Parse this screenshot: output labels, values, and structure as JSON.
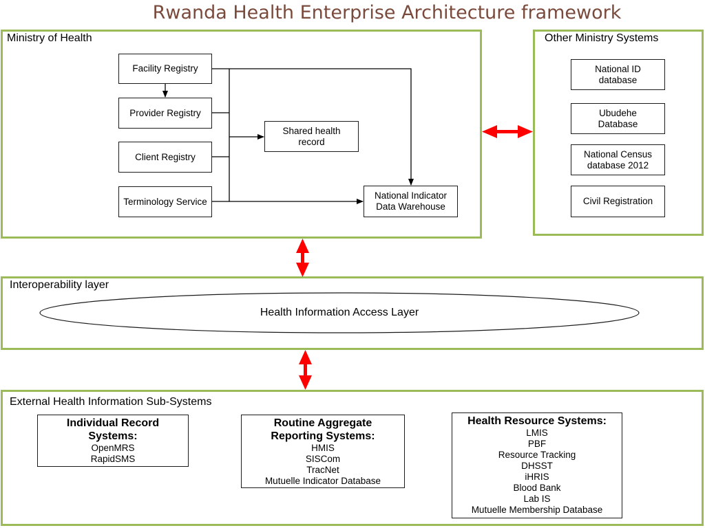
{
  "title": "Rwanda Health Enterprise Architecture framework",
  "ministry": {
    "label": "Ministry of Health",
    "registries": [
      "Facility Registry",
      "Provider Registry",
      "Client Registry",
      "Terminology Service"
    ],
    "shared_health_record": "Shared health record",
    "data_warehouse": "National Indicator Data Warehouse"
  },
  "other_ministry": {
    "label": "Other Ministry Systems",
    "items": [
      "National ID database",
      "Ubudehe Database",
      "National Census database 2012",
      "Civil Registration"
    ]
  },
  "interop": {
    "label": "Interoperability layer",
    "access_layer": "Health Information Access Layer"
  },
  "external": {
    "label": "External Health Information Sub-Systems",
    "groups": [
      {
        "title": "Individual Record Systems:",
        "items": [
          "OpenMRS",
          "RapidSMS"
        ]
      },
      {
        "title": "Routine Aggregate Reporting Systems:",
        "items": [
          "HMIS",
          "SISCom",
          "TracNet",
          "Mutuelle Indicator Database"
        ]
      },
      {
        "title": "Health Resource Systems:",
        "items": [
          "LMIS",
          "PBF",
          "Resource Tracking",
          "DHSST",
          "iHRIS",
          "Blood Bank",
          "Lab IS",
          "Mutuelle Membership Database"
        ]
      }
    ]
  },
  "colors": {
    "panel_border": "#9bbb59",
    "title": "#7a4a3c",
    "arrow_red": "#ff0000"
  }
}
